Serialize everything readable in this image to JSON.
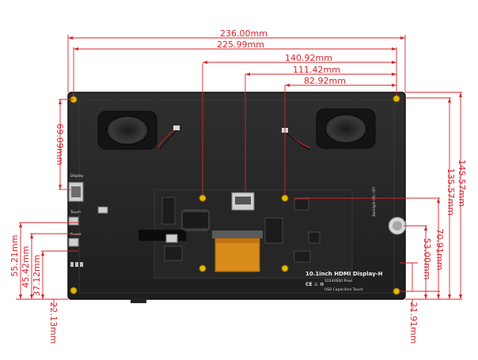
{
  "dimensions": {
    "top": [
      "236.00mm",
      "225.99mm",
      "140.92mm",
      "111.42mm",
      "82.92mm"
    ],
    "left_vertical": "69.09mm",
    "right_vertical": [
      "145.57mm",
      "135.57mm",
      "70.91mm",
      "53.00mm",
      "21.91mm"
    ],
    "left_bottom": [
      "55.21mm",
      "45.42mm",
      "37.12mm",
      "22.13mm"
    ]
  },
  "board_labels": {
    "display": "Display",
    "touch": "Touch",
    "power": "Power",
    "product_title": "10.1inch HDMI Display-H",
    "resolution": "1024X600 Pixel",
    "touch_type": "USB Capacitive Touch",
    "side_note": "Backlight ON / OFF"
  },
  "colors": {
    "dimension_line": "#d9232a",
    "board": "#2a2a2a",
    "board_edge": "#151515",
    "mounting_hole": "#e6b800",
    "fpc": "#d98b1c"
  }
}
